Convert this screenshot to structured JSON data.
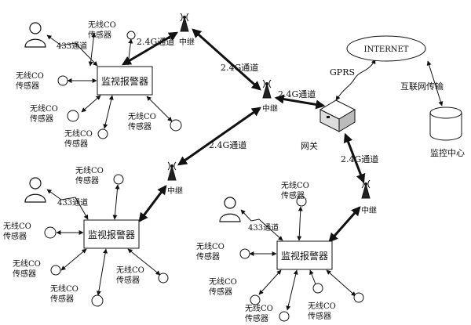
{
  "internet": {
    "label": "INTERNET"
  },
  "gprs": {
    "label": "GPRS"
  },
  "internet_transfer": {
    "label": "互联网传输"
  },
  "monitor_center": {
    "label": "监控中心"
  },
  "gateway": {
    "label": "网关"
  },
  "relay_label": "中继",
  "channel_24g": "2.4G通道",
  "channel_433": "433通道",
  "alarm_label": "监视报警器",
  "sensor_line1": "无线CO",
  "sensor_line2": "传感器"
}
